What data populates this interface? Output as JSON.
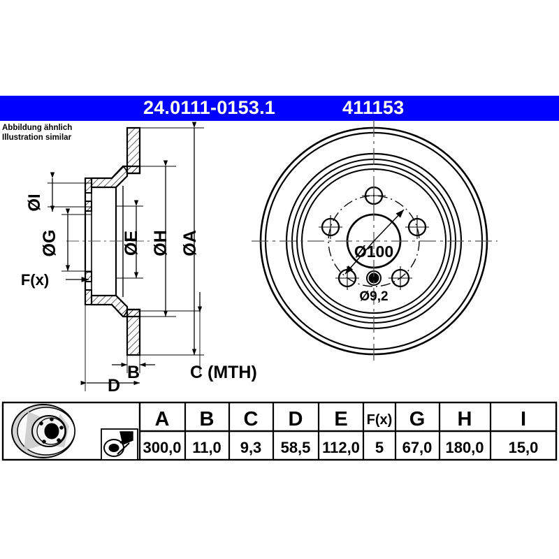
{
  "header": {
    "part_number": "24.0111-0153.1",
    "reference_number": "411153",
    "background_color": "#0000FF",
    "text_color": "#FFFFFF"
  },
  "note": {
    "line_de": "Abbildung ähnlich",
    "line_en": "Illustration similar"
  },
  "drawing": {
    "section_view": {
      "title": "brake disc cross-section",
      "dimension_labels": [
        {
          "id": "I",
          "label": "ØI",
          "orientation": "vertical-left"
        },
        {
          "id": "G",
          "label": "ØG",
          "orientation": "vertical-left"
        },
        {
          "id": "Fx",
          "label": "F(x)",
          "orientation": "horizontal-left"
        },
        {
          "id": "E",
          "label": "ØE",
          "orientation": "vertical"
        },
        {
          "id": "H",
          "label": "ØH",
          "orientation": "vertical"
        },
        {
          "id": "A",
          "label": "ØA",
          "orientation": "vertical"
        },
        {
          "id": "B",
          "label": "B",
          "orientation": "horizontal-bottom"
        },
        {
          "id": "C",
          "label": "C (MTH)",
          "orientation": "horizontal-bottom"
        },
        {
          "id": "D",
          "label": "D",
          "orientation": "horizontal-bottom"
        }
      ]
    },
    "face_view": {
      "title": "brake disc face view",
      "bolt_circle_label": "Ø100",
      "bolt_hole_label": "Ø9,2",
      "bolt_hole_count": 5
    }
  },
  "table": {
    "columns": [
      "A",
      "B",
      "C",
      "D",
      "E",
      "F(x)",
      "G",
      "H",
      "I"
    ],
    "values": [
      "300,0",
      "11,0",
      "9,3",
      "58,5",
      "112,0",
      "5",
      "67,0",
      "180,0",
      "15,0"
    ],
    "icons": {
      "disc": "brake-disc-3d-icon",
      "measure": "caliper-measure-icon"
    }
  }
}
